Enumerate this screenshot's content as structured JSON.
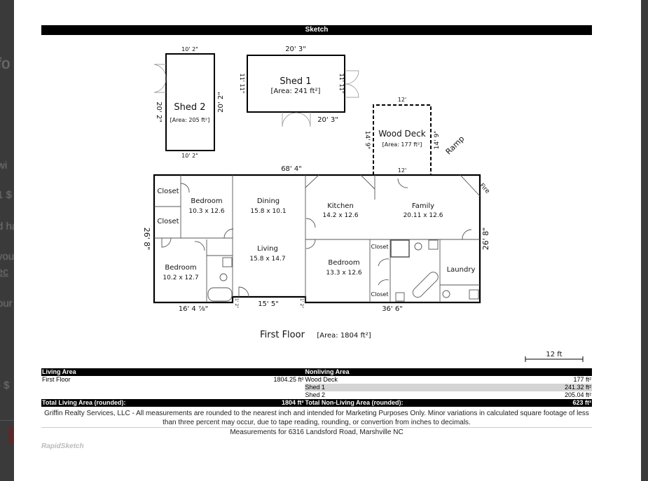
{
  "background_fragments": [
    "fo",
    "wi",
    "1 $",
    "d ha",
    "you",
    "ec",
    "our",
    "- $"
  ],
  "sheet_title": "Sketch",
  "sheds": {
    "shed2": {
      "name": "Shed 2",
      "area": "[Area: 205 ft²]",
      "top": "10' 2\"",
      "bottom": "10' 2\"",
      "left": "20' 2\"",
      "right": "20' 2\""
    },
    "shed1": {
      "name": "Shed 1",
      "area": "[Area: 241 ft²]",
      "top": "20' 3\"",
      "bottom": "20' 3\"",
      "left": "11' 11\"",
      "right": "11' 11\""
    },
    "deck": {
      "name": "Wood Deck",
      "area": "[Area: 177 ft²]",
      "top": "12'",
      "bottom": "12'",
      "left": "14' 9\"",
      "right": "14' 9\"",
      "ramp": "Ramp"
    }
  },
  "house": {
    "top_dim": "68' 4\"",
    "left_dim": "26' 8\"",
    "right_dim": "26' 8\"",
    "bottom_left": "16' 4 ⅞\"",
    "bottom_mid": "15' 5\"",
    "bottom_right": "36' 6\"",
    "notch": "1' 2\"",
    "fire": "Fire",
    "rooms": [
      {
        "name": "Closet"
      },
      {
        "name": "Closet"
      },
      {
        "name": "Bedroom",
        "dim": "10.3 x 12.6"
      },
      {
        "name": "Dining",
        "dim": "15.8 x 10.1"
      },
      {
        "name": "Kitchen",
        "dim": "14.2 x 12.6"
      },
      {
        "name": "Family",
        "dim": "20.11 x 12.6"
      },
      {
        "name": "Bedroom",
        "dim": "10.2 x 12.7"
      },
      {
        "name": "Living",
        "dim": "15.8 x 14.7"
      },
      {
        "name": "Bedroom",
        "dim": "13.3 x 12.6"
      },
      {
        "name": "Closet"
      },
      {
        "name": "Closet"
      },
      {
        "name": "Laundry"
      }
    ]
  },
  "floor_label": "First Floor",
  "floor_area": "[Area: 1804 ft²]",
  "scale": "12 ft",
  "table": {
    "living_header": "Living Area",
    "nonliving_header": "Nonliving Area",
    "living_rows": [
      {
        "name": "First Floor",
        "value": "1804.25 ft²"
      }
    ],
    "nonliving_rows": [
      {
        "name": "Wood Deck",
        "value": "177 ft²"
      },
      {
        "name": "Shed 1",
        "value": "241.32 ft²"
      },
      {
        "name": "Shed 2",
        "value": "205.04 ft²"
      }
    ],
    "total_living_label": "Total Living Area (rounded):",
    "total_living": "1804 ft²",
    "total_nonliving_label": "Total Non-Living Area (rounded):",
    "total_nonliving": "623 ft²"
  },
  "note": "Griffin Realty Services, LLC - All measurements are rounded to the nearest inch and intended for Marketing Purposes Only.  Minor variations in calculated square footage of less than three percent may occur, due to tape reading, rounding, or convertion from inches to decimals.",
  "address": "Measurements for 6316 Landsford Road, Marshville NC",
  "logo": "RapidSketch"
}
